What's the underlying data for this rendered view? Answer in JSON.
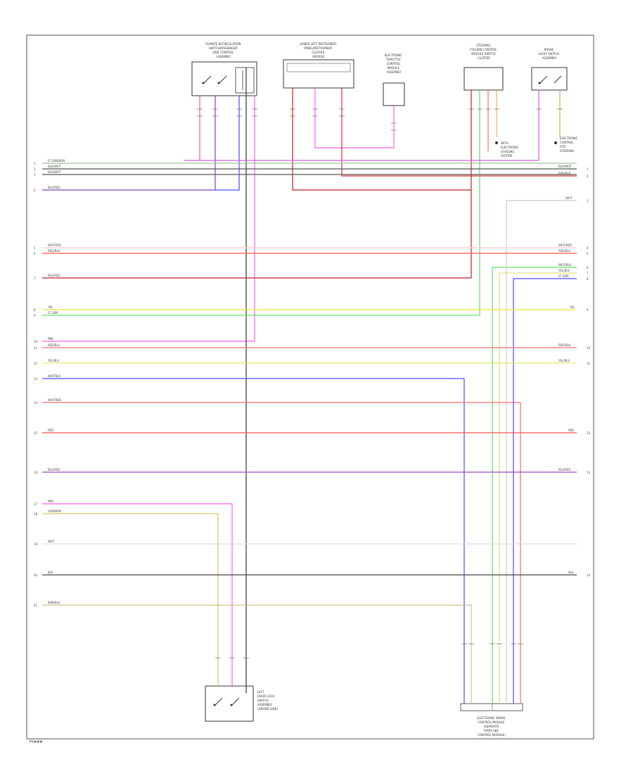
{
  "footer_code": "F0###",
  "components": [
    {
      "id": "c1",
      "label_lines": [
        "CLIMATE RECIRCULATION",
        "SWITCH/PASSENGER",
        "SIDE CONTROL",
        "ASSEMBLY"
      ]
    },
    {
      "id": "c2",
      "label_lines": [
        "LOWER LEFT INSTRUMENT",
        "PANEL/INSTRUMENT",
        "CLUSTER",
        "MODULE"
      ]
    },
    {
      "id": "c3",
      "label_lines": [
        "ELECTRONIC",
        "THROTTLE",
        "CONTROL",
        "MODULE",
        "ASSEMBLY"
      ]
    },
    {
      "id": "c4",
      "label_lines": [
        "STEERING",
        "COLUMN CONTROL",
        "MODULE SWITCH",
        "CLUSTER"
      ]
    },
    {
      "id": "c5",
      "label_lines": [
        "BRAKE",
        "LIGHT SWITCH",
        "ASSEMBLY"
      ]
    },
    {
      "id": "c6",
      "label_lines": [
        "LEFT",
        "DOOR LOCK",
        "SWITCH",
        "ASSEMBLY",
        "(DRIVER SIDE)"
      ]
    },
    {
      "id": "c7",
      "label_lines": [
        "ELECTRONIC BRAKE",
        "CONTROL MODULE",
        "(SEPARATE",
        "FROM ABS",
        "CONTROL MODULE)"
      ]
    }
  ],
  "notes": [
    {
      "id": "n1",
      "lines": [
        "WITH",
        "ELECTRONIC",
        "LEVELING",
        "SYSTEM"
      ]
    },
    {
      "id": "n2",
      "lines": [
        "ELECTRONIC",
        "CONTROL",
        "FOR",
        "STEERING"
      ]
    }
  ],
  "wires_left": [
    {
      "num": "1",
      "label": "LT GRN/BRN"
    },
    {
      "num": "2",
      "label": "BLK/WHT"
    },
    {
      "num": "3",
      "label": "BLK/WHT"
    },
    {
      "num": "4",
      "label": "BLU/RED"
    },
    {
      "num": "5",
      "label": "WHT/RED"
    },
    {
      "num": "6",
      "label": "RED/BLK"
    },
    {
      "num": "7",
      "label": "BLU/RED"
    },
    {
      "num": "8",
      "label": "YEL"
    },
    {
      "num": "9",
      "label": "LT GRN"
    },
    {
      "num": "10",
      "label": "PNK"
    },
    {
      "num": "11",
      "label": "RED/BLU"
    },
    {
      "num": "12",
      "label": "YEL/BLU"
    },
    {
      "num": "13",
      "label": "WHT/BLU"
    },
    {
      "num": "14",
      "label": "WHT/RED"
    },
    {
      "num": "15",
      "label": "RED"
    },
    {
      "num": "16",
      "label": "BLU/RED"
    },
    {
      "num": "17",
      "label": "PNK"
    },
    {
      "num": "18",
      "label": "ORN/BRN"
    },
    {
      "num": "19",
      "label": "WHT"
    },
    {
      "num": "20",
      "label": "BLK"
    },
    {
      "num": "21",
      "label": "BRN/BLU"
    }
  ],
  "wires_right": [
    {
      "num": "1",
      "label": "BLK/WHT"
    },
    {
      "num": "2",
      "label": "RED/BLK"
    },
    {
      "num": "3",
      "label": "WHT"
    },
    {
      "num": "4",
      "label": "WHT/RED"
    },
    {
      "num": "5",
      "label": "RED/BLU"
    },
    {
      "num": "6",
      "label": "WHT/BLU"
    },
    {
      "num": "7",
      "label": "YEL/BLU"
    },
    {
      "num": "8",
      "label": "LT GRN"
    },
    {
      "num": "9",
      "label": "YEL"
    },
    {
      "num": "10",
      "label": "RED/BLU"
    },
    {
      "num": "11",
      "label": "YEL/BLU"
    },
    {
      "num": "12",
      "label": "RED"
    },
    {
      "num": "13",
      "label": "BLU/RED"
    },
    {
      "num": "14",
      "label": "BLK"
    }
  ]
}
